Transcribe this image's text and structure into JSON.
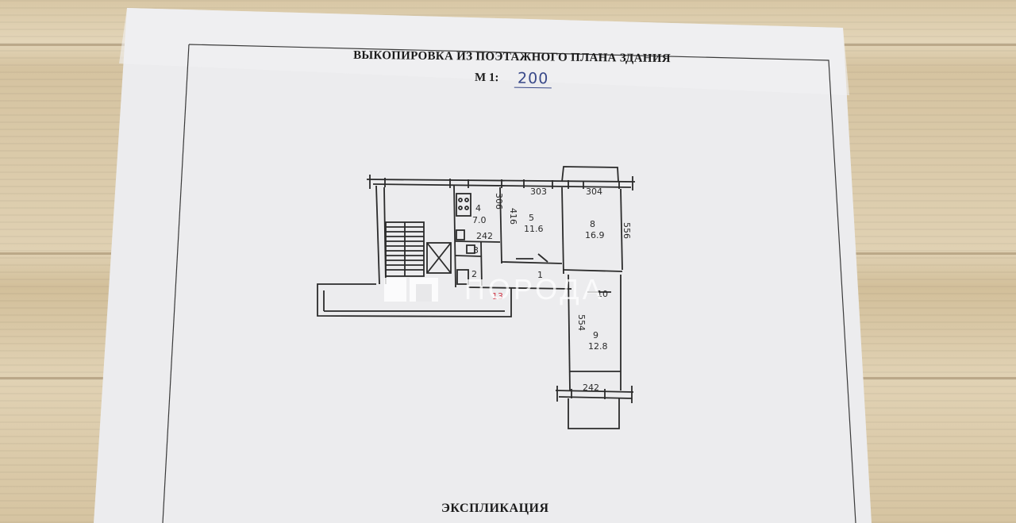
{
  "document": {
    "title": "ВЫКОПИРОВКА ИЗ ПОЭТАЖНОГО ПЛАНА ЗДАНИЯ",
    "scale_prefix": "М 1:",
    "scale_value": "200",
    "section_heading": "ЭКСПЛИКАЦИЯ"
  },
  "watermark": {
    "text": "ПОРОДА"
  },
  "plan": {
    "rooms": [
      {
        "number": "4",
        "area": "7.0"
      },
      {
        "number": "5",
        "area": "11.6"
      },
      {
        "number": "8",
        "area": "16.9"
      },
      {
        "number": "9",
        "area": "12.8"
      },
      {
        "number": "1"
      },
      {
        "number": "2"
      },
      {
        "number": "3"
      },
      {
        "number": "10"
      },
      {
        "number": "13"
      }
    ],
    "dimensions": [
      "303",
      "304",
      "306",
      "416",
      "242",
      "556",
      "554",
      "242"
    ],
    "dim_room4_width": "242"
  },
  "colors": {
    "paper": "#eeeef0",
    "ink": "#2a2a2a",
    "scale_ink": "#3a4a8a",
    "red_mark": "#d33a4a"
  }
}
